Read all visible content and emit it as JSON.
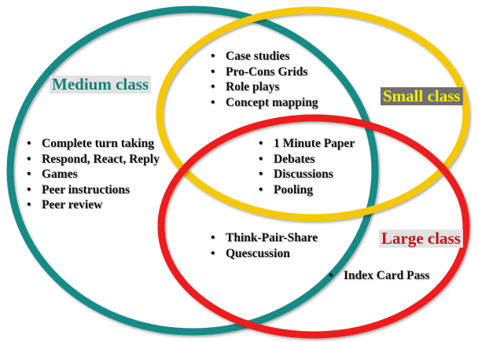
{
  "colors": {
    "medium": "#168a87",
    "small": "#f5c800",
    "large": "#ee1c1c"
  },
  "labels": {
    "medium": "Medium class",
    "small": "Small class",
    "large": "Large class"
  },
  "regions": {
    "medium_small": [
      "Case studies",
      "Pro-Cons Grids",
      "Role plays",
      "Concept mapping"
    ],
    "medium_only": [
      "Complete turn taking",
      "Respond, React, Reply",
      "Games",
      "Peer instructions",
      "Peer review"
    ],
    "all_three": [
      "1 Minute Paper",
      "Debates",
      "Discussions",
      "Pooling"
    ],
    "medium_large": [
      "Think-Pair-Share",
      "Quescussion"
    ],
    "large_only": [
      "Index Card Pass"
    ]
  },
  "bullet": "•"
}
